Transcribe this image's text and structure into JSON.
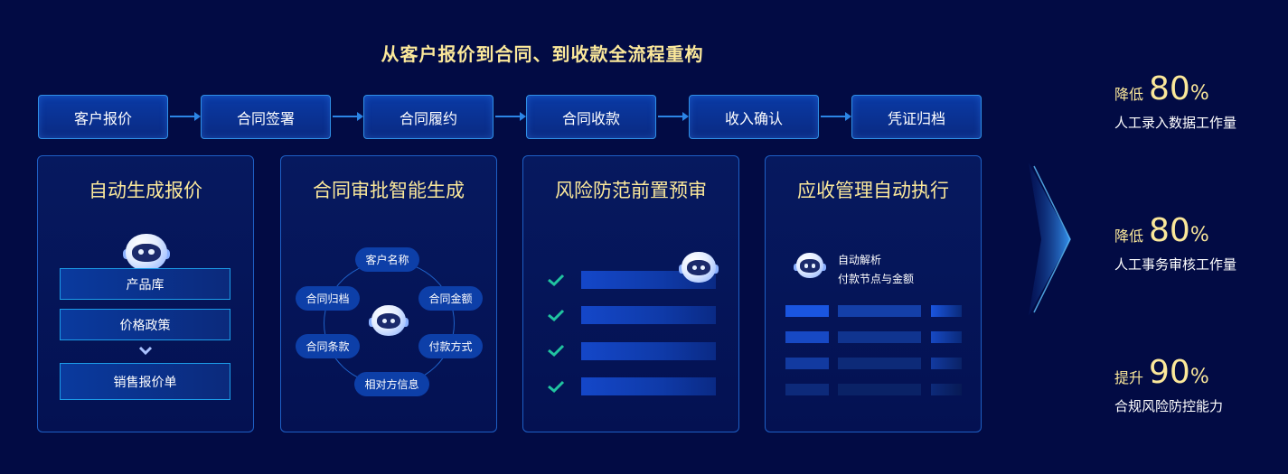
{
  "title": "从客户报价到合同、到收款全流程重构",
  "steps": [
    "客户报价",
    "合同签署",
    "合同履约",
    "合同收款",
    "收入确认",
    "凭证归档"
  ],
  "cards": {
    "quote": {
      "title": "自动生成报价",
      "items": [
        "产品库",
        "价格政策",
        "销售报价单"
      ]
    },
    "approval": {
      "title": "合同审批智能生成",
      "pills": [
        "客户名称",
        "合同归档",
        "合同金额",
        "合同条款",
        "付款方式",
        "相对方信息"
      ]
    },
    "risk": {
      "title": "风险防范前置预审"
    },
    "receivable": {
      "title": "应收管理自动执行",
      "text_line1": "自动解析",
      "text_line2": "付款节点与金额"
    }
  },
  "metrics": [
    {
      "label": "降低",
      "value": "80",
      "unit": "%",
      "desc": "人工录入数据工作量"
    },
    {
      "label": "降低",
      "value": "80",
      "unit": "%",
      "desc": "人工事务审核工作量"
    },
    {
      "label": "提升",
      "value": "90",
      "unit": "%",
      "desc": "合规风险防控能力"
    }
  ],
  "colors": {
    "background": "#020b44",
    "accent_yellow": "#fbe89a",
    "border_blue": "#2f8fe6",
    "check_green": "#21c4a0"
  },
  "icons": [
    "robot-icon",
    "check-icon",
    "chevron-down-icon",
    "chevron-right-arrow-icon"
  ]
}
